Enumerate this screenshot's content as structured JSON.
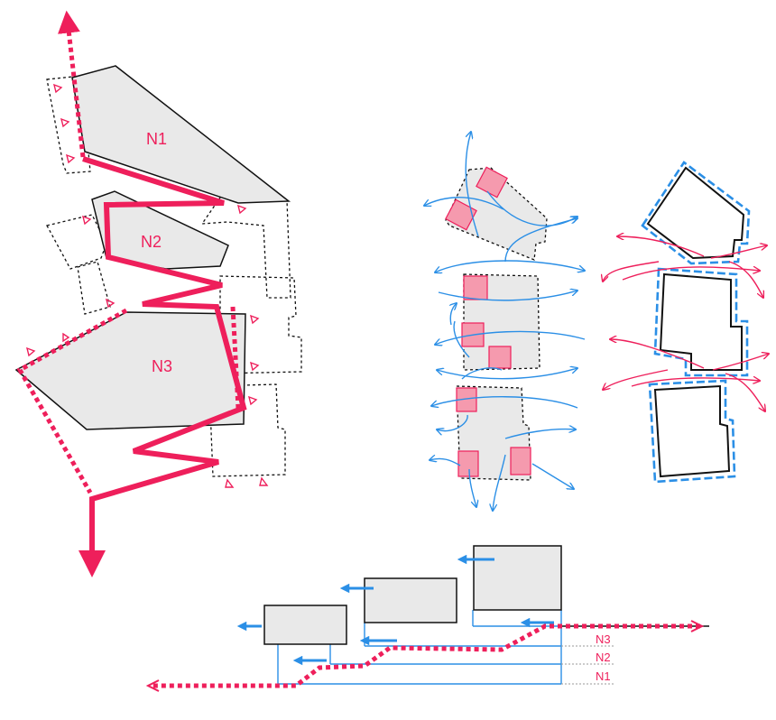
{
  "colors": {
    "accent_red": "#ee1f5b",
    "blue": "#2b8fe6",
    "block_fill": "#e9e9e9",
    "outline": "#111111",
    "pink_fill": "#f59aae"
  },
  "plan": {
    "block_labels": [
      "N1",
      "N2",
      "N3"
    ]
  },
  "section": {
    "level_labels": [
      "N3",
      "N2",
      "N1"
    ]
  }
}
